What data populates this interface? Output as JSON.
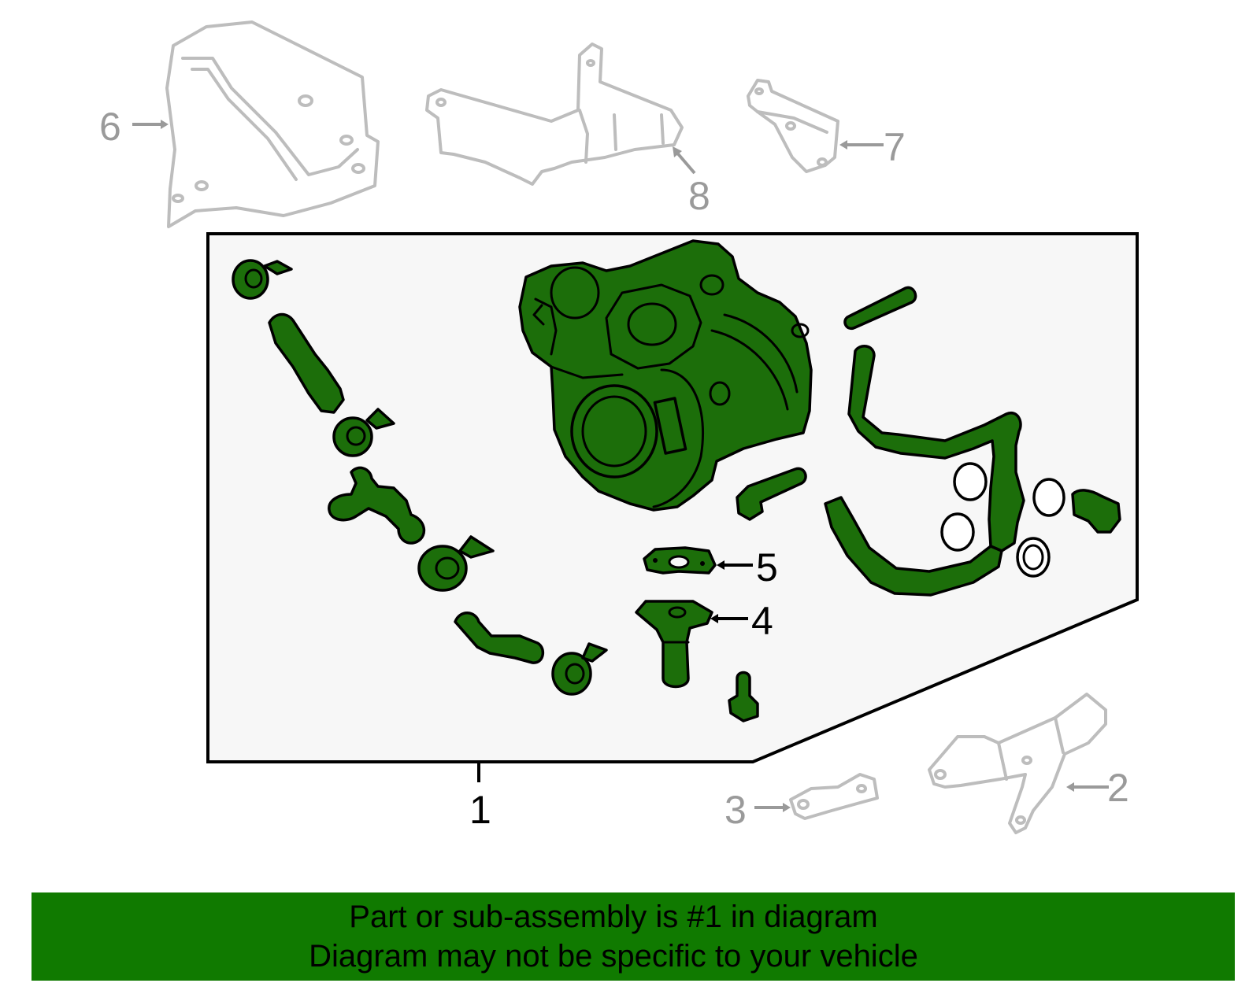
{
  "callouts": {
    "c1": "1",
    "c2": "2",
    "c3": "3",
    "c4": "4",
    "c5": "5",
    "c6": "6",
    "c7": "7",
    "c8": "8"
  },
  "banner": {
    "line1": "Part or sub-assembly is #1 in diagram",
    "line2": "Diagram may not be specific to your vehicle"
  },
  "colors": {
    "highlight_part": "#1c6e0a",
    "banner_background": "#107a00",
    "other_parts": "#bdbdbd",
    "box_background": "#f7f7f7"
  }
}
